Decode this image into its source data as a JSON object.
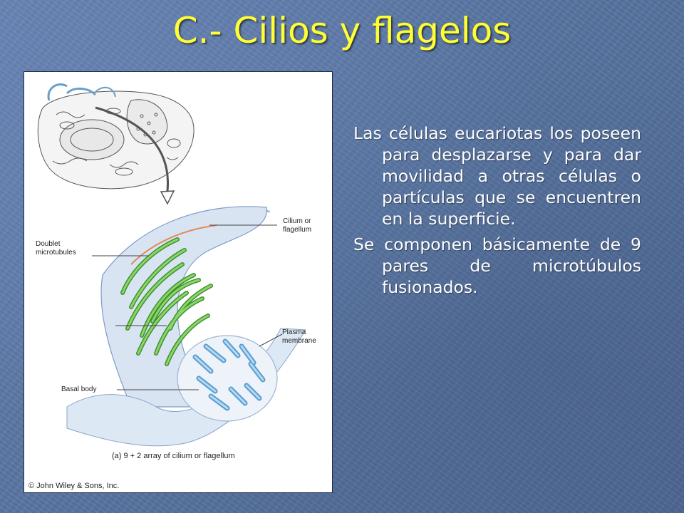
{
  "slide": {
    "title": "C.- Cilios y flagelos",
    "paragraphs": [
      "Las células eucariotas los poseen para desplazarse y para dar movilidad a otras células o partículas que se encuentren en la superficie.",
      "Se componen básicamente de 9 pares de microtúbulos fusionados."
    ]
  },
  "figure": {
    "labels": {
      "cilium": "Cilium or\nflagellum",
      "doublet": "Doublet\nmicrotubules",
      "plasma": "Plasma\nmembrane",
      "basal": "Basal body"
    },
    "caption": "(a) 9 + 2 array of cilium or flagellum",
    "copyright": "© John Wiley & Sons, Inc."
  },
  "colors": {
    "title": "#ffff33",
    "background": "#5a78a8",
    "text": "#ffffff",
    "microtubule_green": "#6cc24a",
    "microtubule_blue": "#8fc3e8",
    "cilium_blue": "#b9cde6"
  }
}
